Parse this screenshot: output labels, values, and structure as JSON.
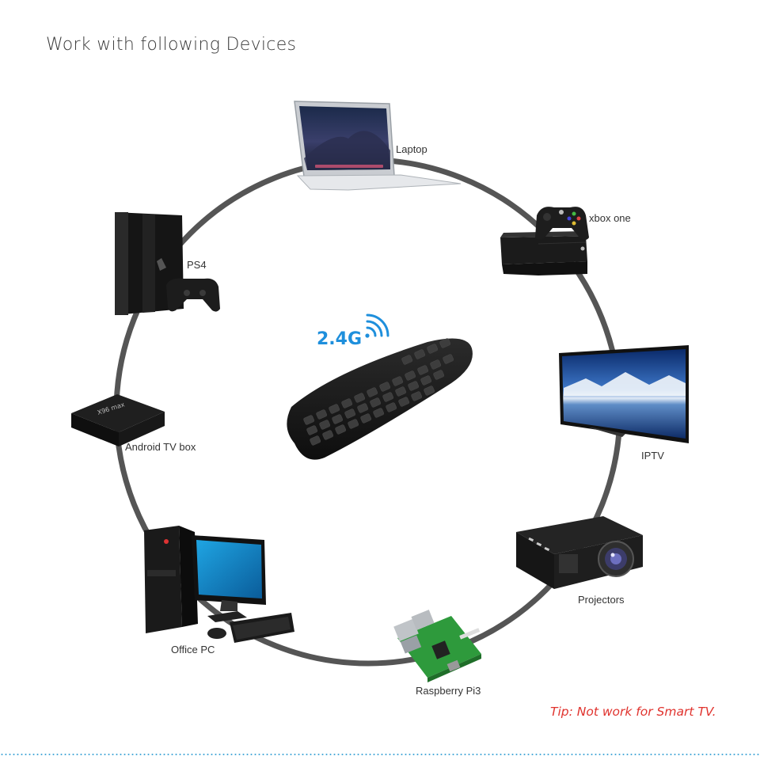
{
  "header": {
    "title": "Work with following Devices"
  },
  "center": {
    "frequency_label": "2.4G"
  },
  "devices": {
    "laptop": "Laptop",
    "xbox": "xbox one",
    "ps4": "PS4",
    "android_box": "Android TV box",
    "iptv": "IPTV",
    "projectors": "Projectors",
    "office_pc": "Office PC",
    "raspberry": "Raspberry Pi3"
  },
  "footer": {
    "tip": "Tip: Not work for Smart TV."
  },
  "colors": {
    "ring": "#555555",
    "accent": "#1e8fdc",
    "tip": "#e0332e"
  }
}
